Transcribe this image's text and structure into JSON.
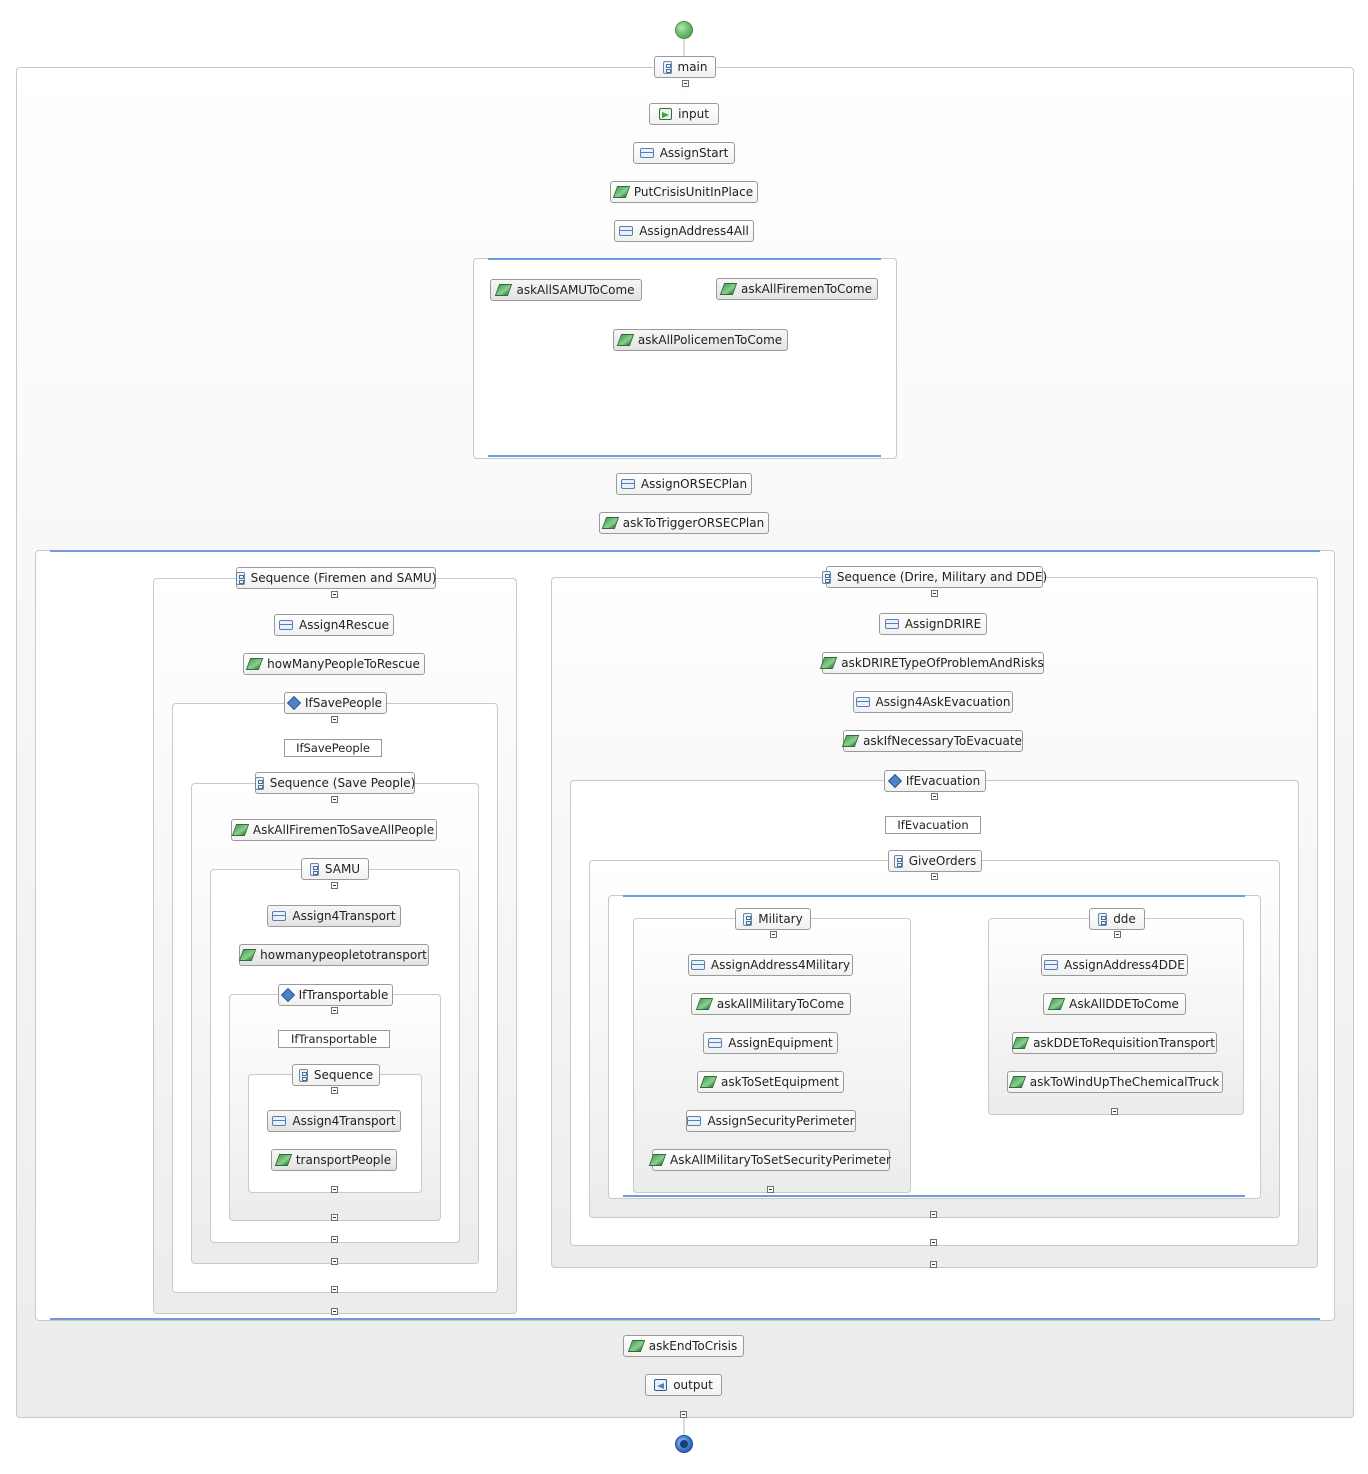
{
  "process": {
    "start_event": "start-event-icon",
    "end_event": "end-event-icon",
    "main": "main",
    "input": "input",
    "assign_start": "AssignStart",
    "put_crisis_unit": "PutCrisisUnitInPlace",
    "assign_address_all": "AssignAddress4All",
    "ask_all_samu": "askAllSAMUToCome",
    "ask_all_firemen": "askAllFiremenToCome",
    "ask_all_policemen": "askAllPolicemenToCome",
    "assign_orsec": "AssignORSECPlan",
    "ask_trigger_orsec": "askToTriggerORSECPlan",
    "ask_end_crisis": "askEndToCrisis",
    "output": "output"
  },
  "left_branch": {
    "sequence": "Sequence (Firemen and SAMU)",
    "assign_rescue": "Assign4Rescue",
    "how_many_rescue": "howManyPeopleToRescue",
    "if_save_people": "IfSavePeople",
    "if_save_people_condition": "IfSavePeople",
    "sequence_save": "Sequence (Save People)",
    "ask_firemen_save": "AskAllFiremenToSaveAllPeople",
    "samu": "SAMU",
    "assign_transport": "Assign4Transport",
    "how_many_transport": "howmanypeopletotransport",
    "if_transportable": "IfTransportable",
    "if_transportable_condition": "IfTransportable",
    "sequence_inner": "Sequence",
    "assign_transport_2": "Assign4Transport",
    "transport_people": "transportPeople"
  },
  "right_branch": {
    "sequence": "Sequence (Drire, Military and DDE)",
    "assign_drire": "AssignDRIRE",
    "ask_drire": "askDRIRETypeOfProblemAndRisks",
    "assign_ask_evac": "Assign4AskEvacuation",
    "ask_if_evac": "askIfNecessaryToEvacuate",
    "if_evacuation": "IfEvacuation",
    "if_evacuation_condition": "IfEvacuation",
    "give_orders": "GiveOrders",
    "military": {
      "title": "Military",
      "items": [
        "AssignAddress4Military",
        "askAllMilitaryToCome",
        "AssignEquipment",
        "askToSetEquipment",
        "AssignSecurityPerimeter",
        "AskAllMilitaryToSetSecurityPerimeter"
      ]
    },
    "dde": {
      "title": "dde",
      "items": [
        "AssignAddress4DDE",
        "AskAllDDEToCome",
        "askDDEToRequisitionTransport",
        "askToWindUpTheChemicalTruck"
      ]
    }
  },
  "colors": {
    "flow_bar": "#6f9be0",
    "start": "#6fbf6f",
    "end": "#3b72c9"
  }
}
